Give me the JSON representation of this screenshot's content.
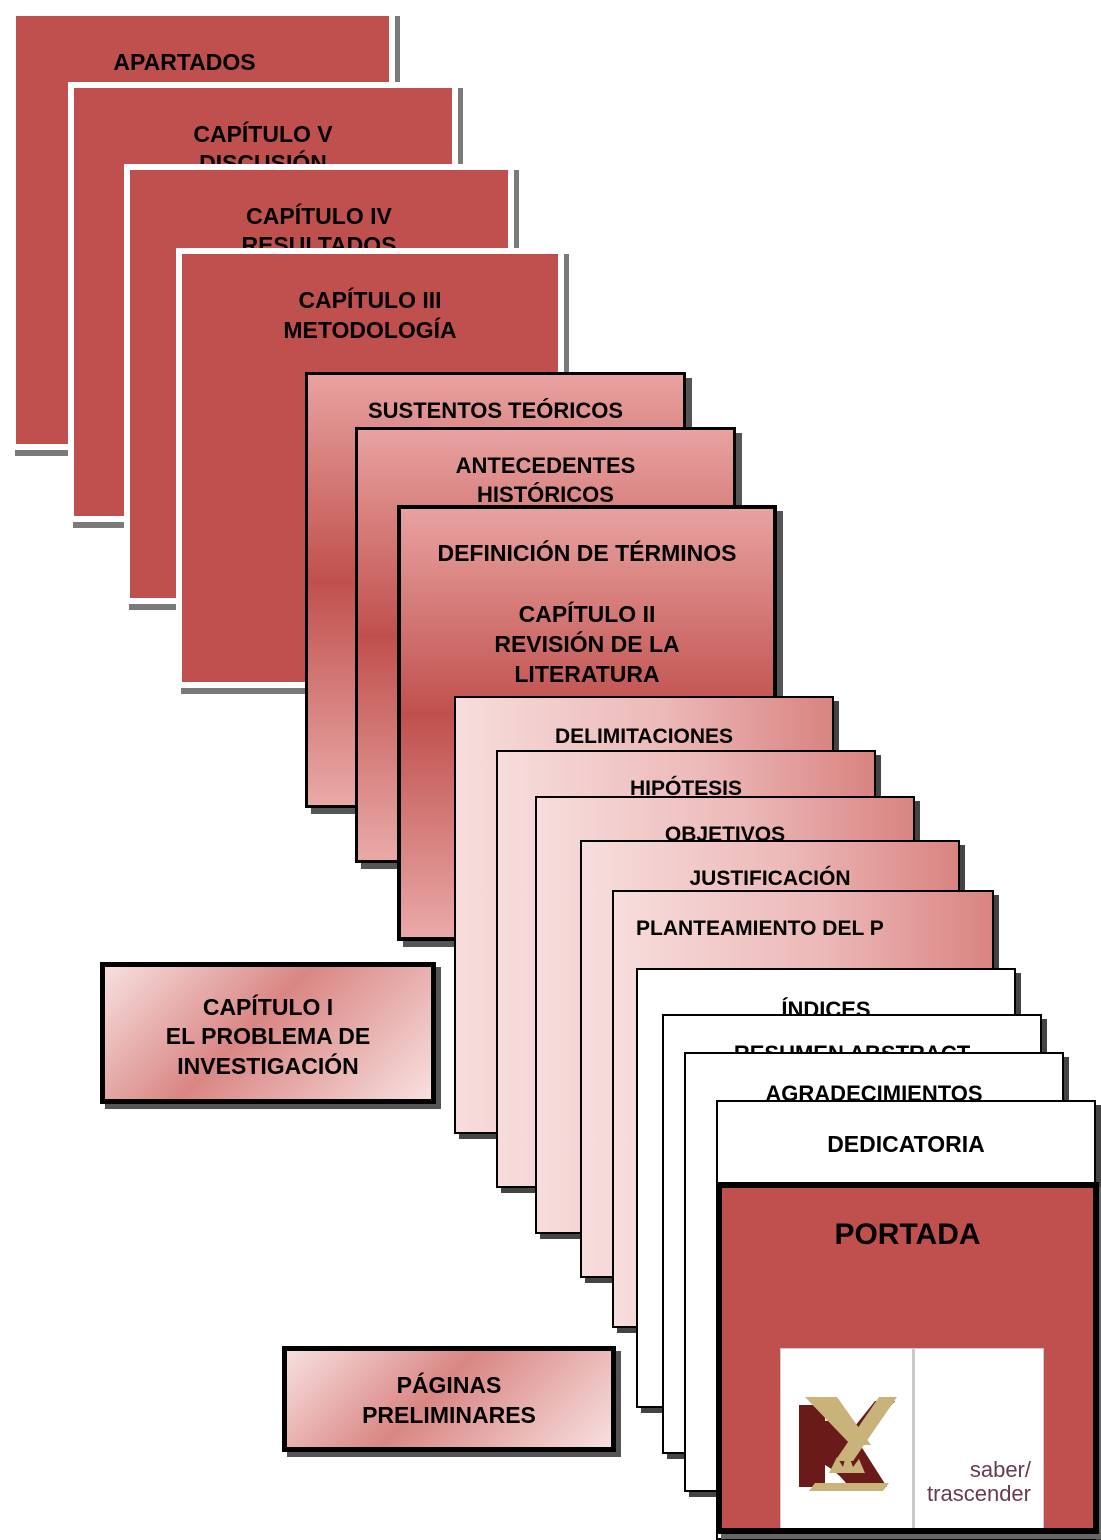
{
  "chapters": {
    "apartados": "APARTADOS",
    "cap5": [
      "CAPÍTULO V",
      "DISCUSIÓN"
    ],
    "cap4": [
      "CAPÍTULO IV",
      "RESULTADOS"
    ],
    "cap3": [
      "CAPÍTULO III",
      "METODOLOGÍA"
    ]
  },
  "chapter2": {
    "sustentos": "SUSTENTOS TEÓRICOS",
    "antecedentes": [
      "ANTECEDENTES",
      "HISTÓRICOS"
    ],
    "definicion": "DEFINICIÓN DE TÉRMINOS",
    "title": [
      "CAPÍTULO II",
      "REVISIÓN DE LA",
      "LITERATURA"
    ]
  },
  "chapter1": {
    "delimitaciones": "DELIMITACIONES",
    "hipotesis": "HIPÓTESIS",
    "objetivos": "OBJETIVOS",
    "justificacion": "JUSTIFICACIÓN",
    "planteamiento": "PLANTEAMIENTO DEL P",
    "label": [
      "CAPÍTULO I",
      "EL PROBLEMA DE",
      "INVESTIGACIÓN"
    ]
  },
  "preliminares": {
    "indices": "ÍNDICES",
    "resumen": "RESUMEN ABSTRACT",
    "agradecimientos": "AGRADECIMIENTOS",
    "dedicatoria": "DEDICATORIA",
    "portada": "PORTADA",
    "label": [
      "PÁGINAS",
      "PRELIMINARES"
    ]
  },
  "logo": {
    "text_line1": "saber/",
    "text_line2": "trascender",
    "colors": {
      "maroon": "#6b1a1a",
      "gold": "#c9b37a",
      "text": "#6a3a52"
    }
  },
  "colors": {
    "chapter_red": "#c0504d",
    "light_pink": "#f7dddc",
    "border": "#000000"
  }
}
